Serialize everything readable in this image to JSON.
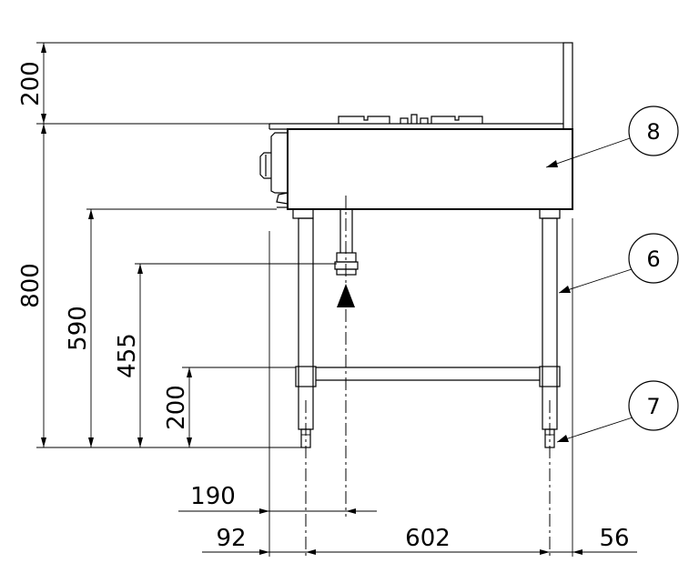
{
  "dimensions": {
    "backsplash_height": "200",
    "overall_height": "800",
    "underside_height": "590",
    "gas_inlet_height": "455",
    "shelf_height": "200",
    "gas_inlet_offset": "190",
    "front_overhang": "92",
    "leg_spacing": "602",
    "rear_overhang": "56"
  },
  "callouts": {
    "body": "8",
    "leg": "6",
    "adjuster_foot": "7"
  }
}
